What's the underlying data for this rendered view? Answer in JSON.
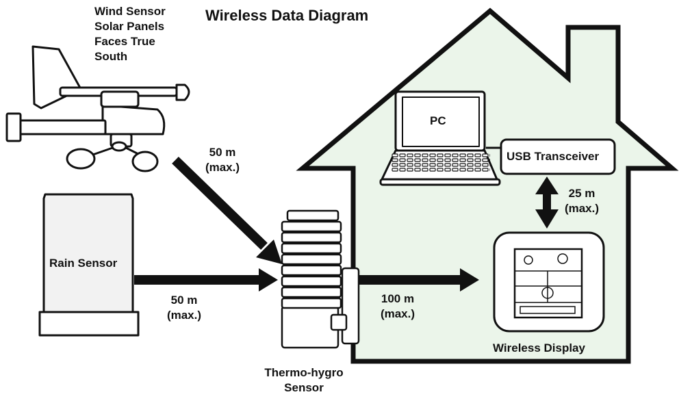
{
  "title": "Wireless Data Diagram",
  "wind_sensor": {
    "lines": [
      "Wind Sensor",
      "Solar Panels",
      "Faces True",
      "South"
    ]
  },
  "rain_sensor": {
    "label": "Rain Sensor"
  },
  "thermo_sensor": {
    "lines": [
      "Thermo-hygro",
      "Sensor"
    ]
  },
  "pc": {
    "label": "PC"
  },
  "usb_transceiver": {
    "label": "USB Transceiver"
  },
  "wireless_display": {
    "label": "Wireless Display"
  },
  "links": {
    "wind_to_thermo": {
      "distance": "50 m",
      "note": "(max.)"
    },
    "rain_to_thermo": {
      "distance": "50 m",
      "note": "(max.)"
    },
    "thermo_to_display": {
      "distance": "100 m",
      "note": "(max.)"
    },
    "transceiver_to_display": {
      "distance": "25 m",
      "note": "(max.)"
    }
  },
  "colors": {
    "house_fill": "#ebf5ea",
    "stroke": "#111111",
    "device_fill": "#ffffff"
  }
}
